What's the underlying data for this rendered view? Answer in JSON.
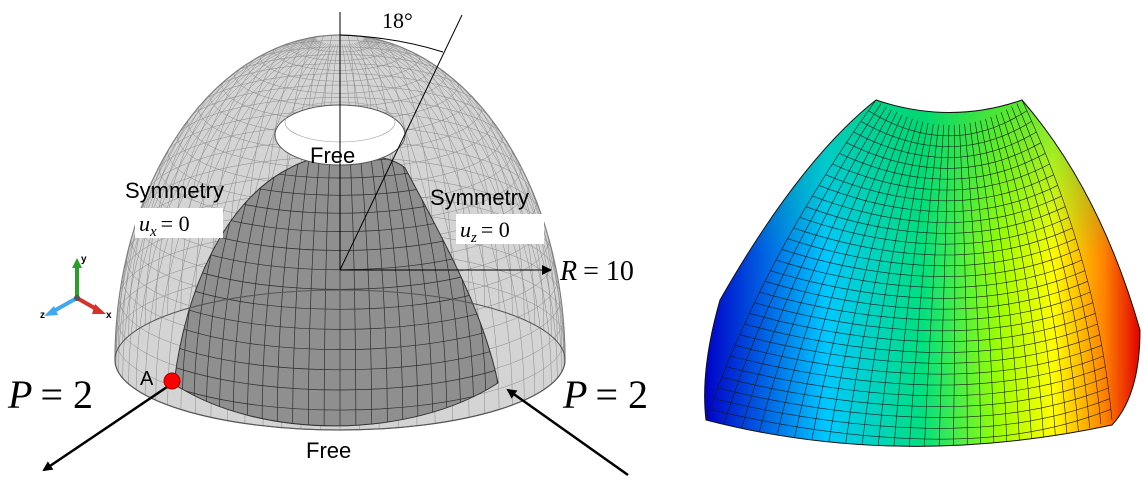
{
  "left_panel": {
    "angle_label": "18°",
    "free_top_label": "Free",
    "free_bottom_label": "Free",
    "sym_left": {
      "title": "Symmetry",
      "var": "u",
      "sub": "x",
      "rhs": "= 0"
    },
    "sym_right": {
      "title": "Symmetry",
      "var": "u",
      "sub": "z",
      "rhs": "= 0"
    },
    "radius": {
      "var": "R",
      "rhs": "= 10"
    },
    "load_left": {
      "var": "P",
      "rhs": "= 2"
    },
    "load_right": {
      "var": "P",
      "rhs": "= 2"
    },
    "point_label": "A",
    "axes": {
      "y": "y",
      "z": "z",
      "x": "x"
    },
    "colors": {
      "dome_light": "#d4d4d4",
      "dome_dark": "#8f8f8f",
      "mesh_line": "#555555",
      "point": "#ff0000",
      "axis_y": "#2aa02a",
      "axis_z": "#3fa8ee",
      "axis_x": "#d9302a"
    }
  },
  "right_panel": {
    "description_colors": [
      "#0000c8",
      "#00c8ff",
      "#00e080",
      "#a0ff00",
      "#ffff00",
      "#ff8000",
      "#e00000"
    ]
  }
}
